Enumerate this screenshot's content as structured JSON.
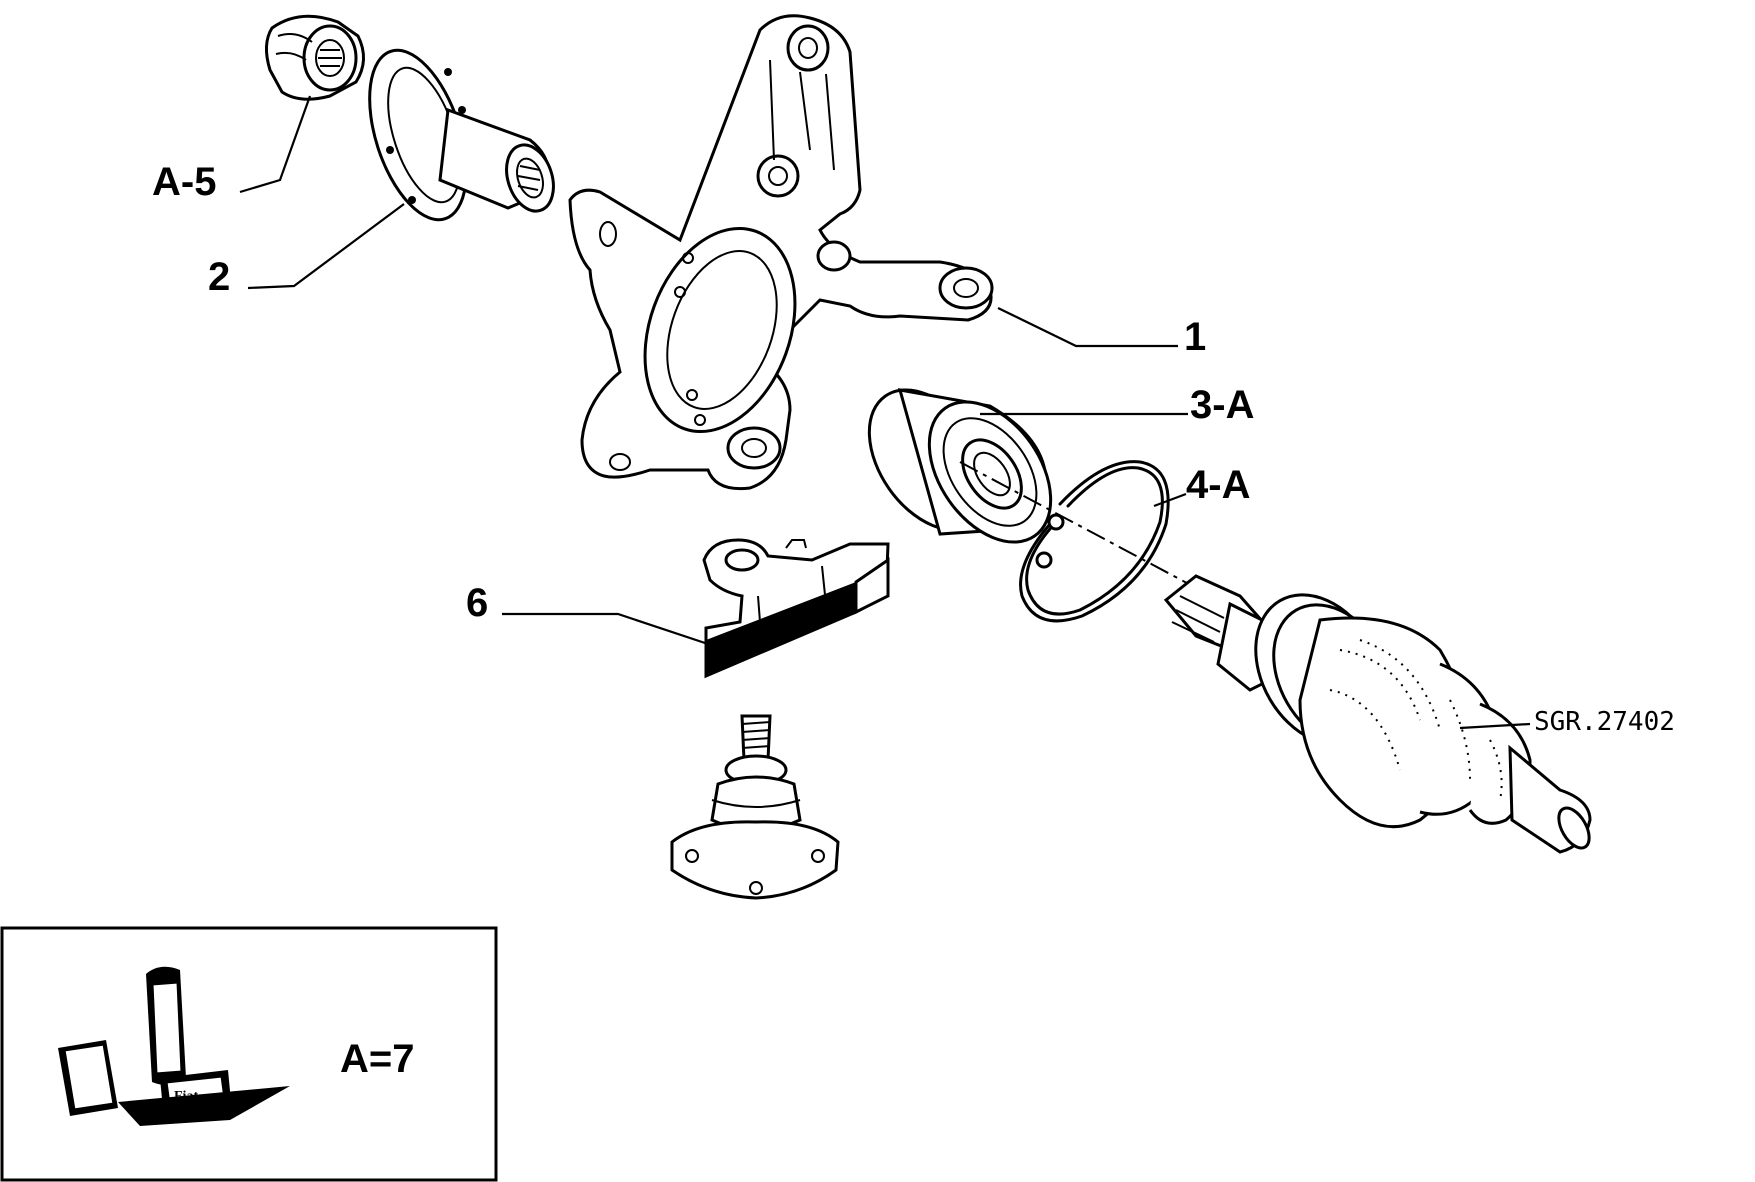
{
  "labels": {
    "part_a5": "A-5",
    "part_2": "2",
    "part_1": "1",
    "part_3a": "3-A",
    "part_4a": "4-A",
    "part_6": "6",
    "reference": "SGR.27402",
    "legend_text": "A=7"
  },
  "legend_box": {
    "product_brand": "Fiat"
  },
  "icons": [
    "threadlock-nut-icon",
    "hub-flange-icon",
    "steering-knuckle-icon",
    "wheel-bearing-icon",
    "snap-ring-icon",
    "heat-shield-icon",
    "ball-joint-icon",
    "drive-shaft-icon",
    "lubricant-tube-icon"
  ]
}
